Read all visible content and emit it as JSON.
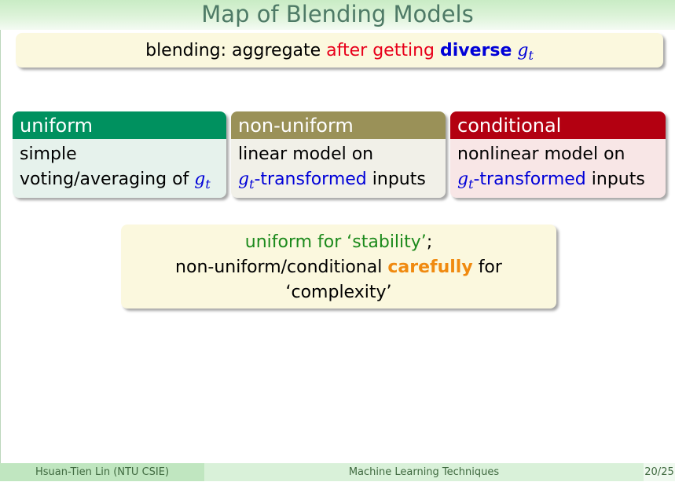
{
  "slide": {
    "title": "Map of Blending Models"
  },
  "blending": {
    "prefix": "blending: aggregate",
    "after_getting": "after getting",
    "diverse": "diverse",
    "g": "g",
    "t": "t"
  },
  "cards": [
    {
      "head": "uniform",
      "line1": "simple",
      "line2": "voting/averaging of",
      "g": "g",
      "t": "t"
    },
    {
      "head": "non-uniform",
      "line1": "linear model on",
      "g": "g",
      "t": "t",
      "transformed": "-transformed",
      "inputs": "inputs"
    },
    {
      "head": "conditional",
      "line1": "nonlinear model on",
      "g": "g",
      "t": "t",
      "transformed": "-transformed",
      "inputs": "inputs"
    }
  ],
  "summary": {
    "line1_green": "uniform for ‘stability’",
    "line1_end": ";",
    "line2_start": "non-uniform/conditional",
    "carefully": "carefully",
    "line2_end": "for",
    "line3": "‘complexity’"
  },
  "footer": {
    "author": "Hsuan-Tien Lin  (NTU CSIE)",
    "course": "Machine Learning Techniques",
    "page": "20/25"
  },
  "colors": {
    "emphasis_red": "#e8001b",
    "emphasis_blue": "#0000d8",
    "emphasis_orange": "#f08a10",
    "emphasis_green": "#1c8a1c",
    "uniform_header": "#00915f",
    "non_uniform_header": "#9a9158",
    "conditional_header": "#b30011"
  }
}
